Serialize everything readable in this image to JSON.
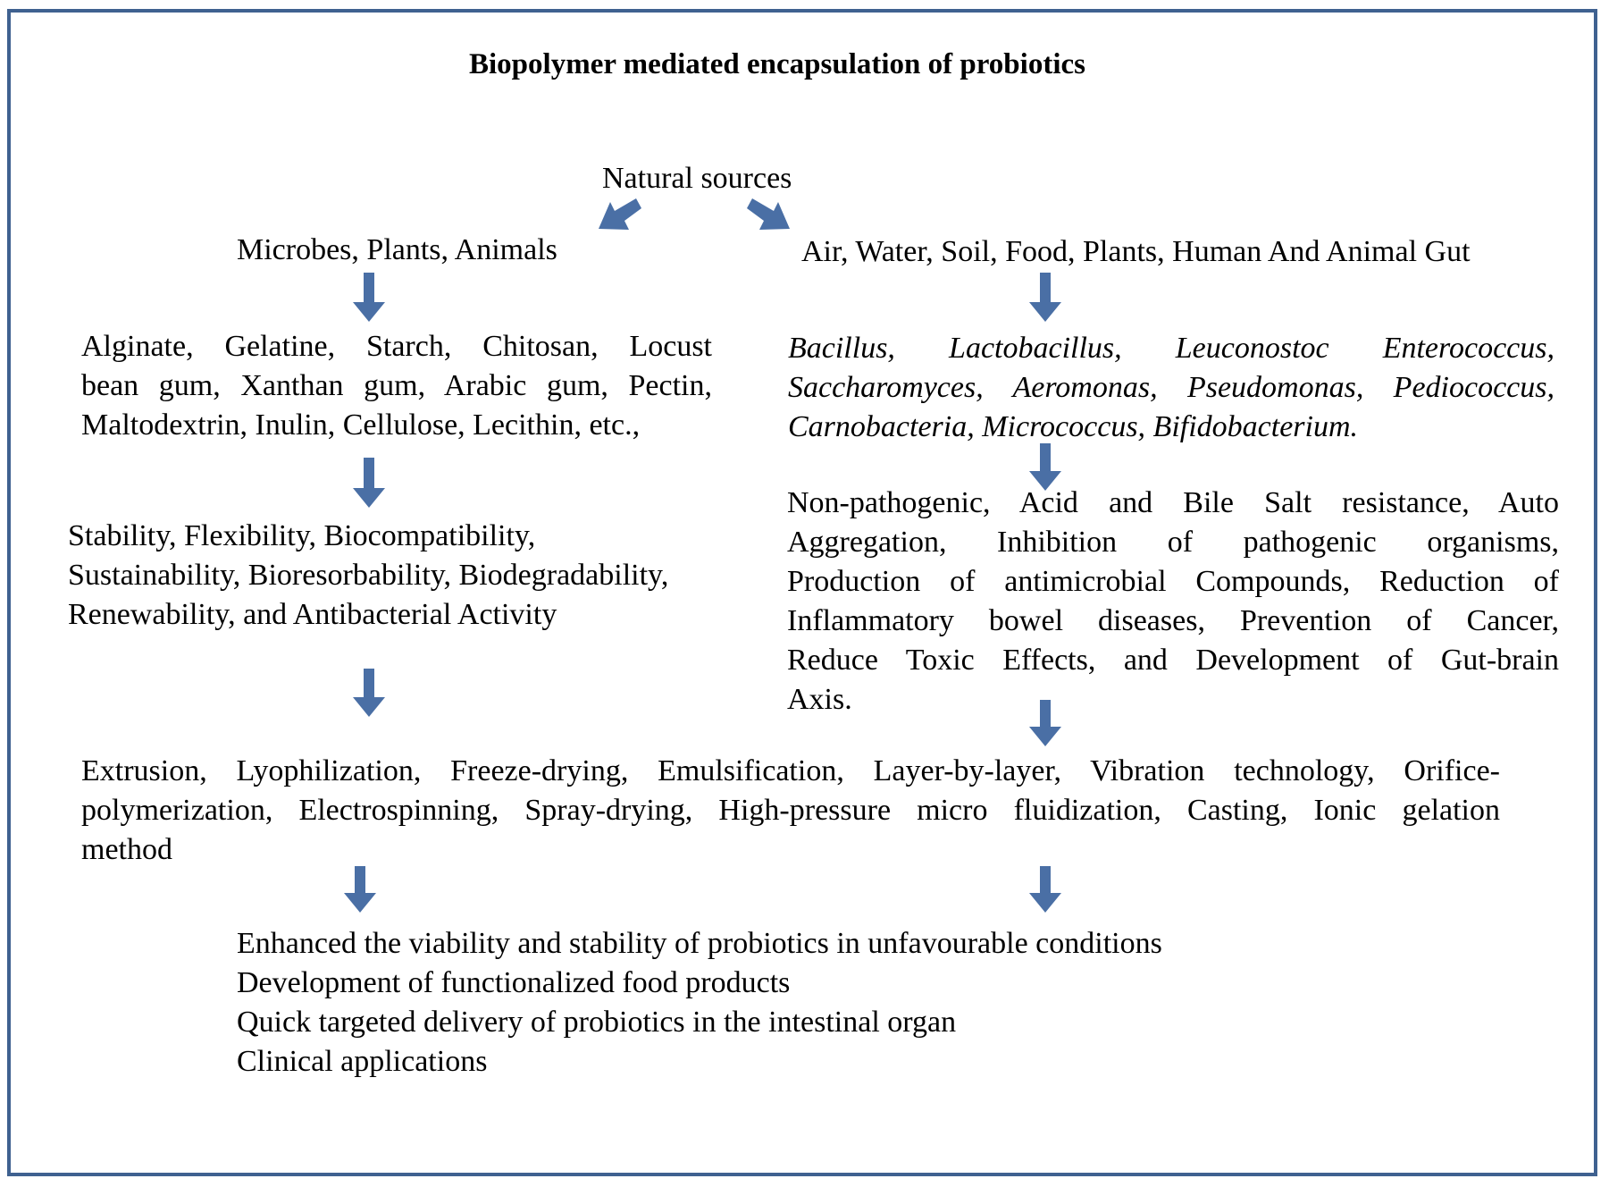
{
  "title": "Biopolymer mediated encapsulation of probiotics",
  "root": "Natural sources",
  "left_branch": {
    "sources": "Microbes, Plants, Animals",
    "biopolymers": [
      "Alginate, Gelatine, Starch, Chitosan, Locust",
      "bean gum, Xanthan gum, Arabic gum, Pectin,",
      "Maltodextrin, Inulin, Cellulose, Lecithin, etc.,"
    ],
    "properties": [
      "Stability, Flexibility, Biocompatibility,",
      "Sustainability, Bioresorbability, Biodegradability,",
      "Renewability, and Antibacterial Activity"
    ]
  },
  "right_branch": {
    "sources": "Air, Water, Soil, Food, Plants, Human And Animal Gut",
    "microbes": [
      "Bacillus, Lactobacillus, Leuconostoc Enterococcus,",
      "Saccharomyces, Aeromonas, Pseudomonas, Pediococcus,",
      "Carnobacteria, Micrococcus, Bifidobacterium."
    ],
    "properties": [
      "Non-pathogenic, Acid and Bile Salt resistance, Auto",
      "Aggregation, Inhibition of pathogenic organisms,",
      "Production of antimicrobial Compounds, Reduction of",
      "Inflammatory bowel diseases, Prevention of Cancer,",
      "Reduce Toxic Effects, and Development of Gut-brain",
      "Axis."
    ]
  },
  "methods": [
    "Extrusion, Lyophilization, Freeze-drying, Emulsification, Layer-by-layer, Vibration technology, Orifice-",
    "polymerization, Electrospinning, Spray-drying, High-pressure micro fluidization, Casting, Ionic gelation",
    "method"
  ],
  "outcomes": [
    "Enhanced the viability and stability of probiotics in unfavourable conditions",
    "Development of functionalized food products",
    "Quick targeted delivery of probiotics in the intestinal organ",
    "Clinical applications"
  ],
  "colors": {
    "frame": "#3f6190",
    "arrow": "#4a6fa5",
    "text": "#000000"
  }
}
